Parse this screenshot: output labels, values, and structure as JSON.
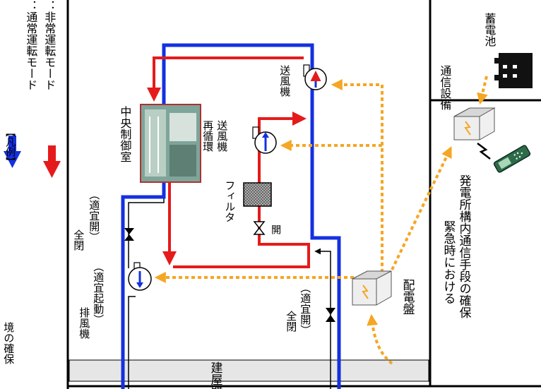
{
  "colors": {
    "normal_mode": "#1430e0",
    "emergency_mode": "#e51b1b",
    "comm_line": "#f5a623",
    "frame": "#000000",
    "wall_fill": "#e6e6e6",
    "filter_fill": "#9a9a9a",
    "camera_photo": "#7fa59a"
  },
  "page_title_partial": "境の確保",
  "legend": {
    "title": "【凡例】",
    "items": [
      {
        "arrow_icon": "blue-down-arrow-icon",
        "label": "：通常運転モード"
      },
      {
        "arrow_icon": "red-down-arrow-icon",
        "label": "：非常運転モード"
      }
    ]
  },
  "labels": {
    "central_control_room": "中央制御室",
    "supply_fan": "送風機",
    "recirc_fan_line1": "再循環",
    "recirc_fan_line2": "送風機",
    "filter": "フィルタ",
    "filter_valve_state": "開",
    "exhaust_fan_line1": "排風機",
    "exhaust_fan_line2": "（適宜起動）",
    "valve1_line1": "全閉",
    "valve1_line2": "（適宜開）",
    "valve2_line1": "全閉",
    "valve2_line2": "（適宜開）",
    "building_wall": "建屋壁",
    "distribution_board": "配電盤",
    "comm_equipment": "通信設備",
    "battery": "蓄電池",
    "emergency_comm_line1": "緊急時における",
    "emergency_comm_line2": "発電所構内通信手段の確保"
  },
  "icons": {
    "fan": "fan-icon",
    "valve": "valve-icon",
    "filter": "filter-icon",
    "distribution_board": "distribution-board-icon",
    "comm_device": "communication-device-icon",
    "battery": "battery-icon",
    "phone": "mobile-phone-icon",
    "lightning": "lightning-icon",
    "camera": "control-room-photo"
  }
}
